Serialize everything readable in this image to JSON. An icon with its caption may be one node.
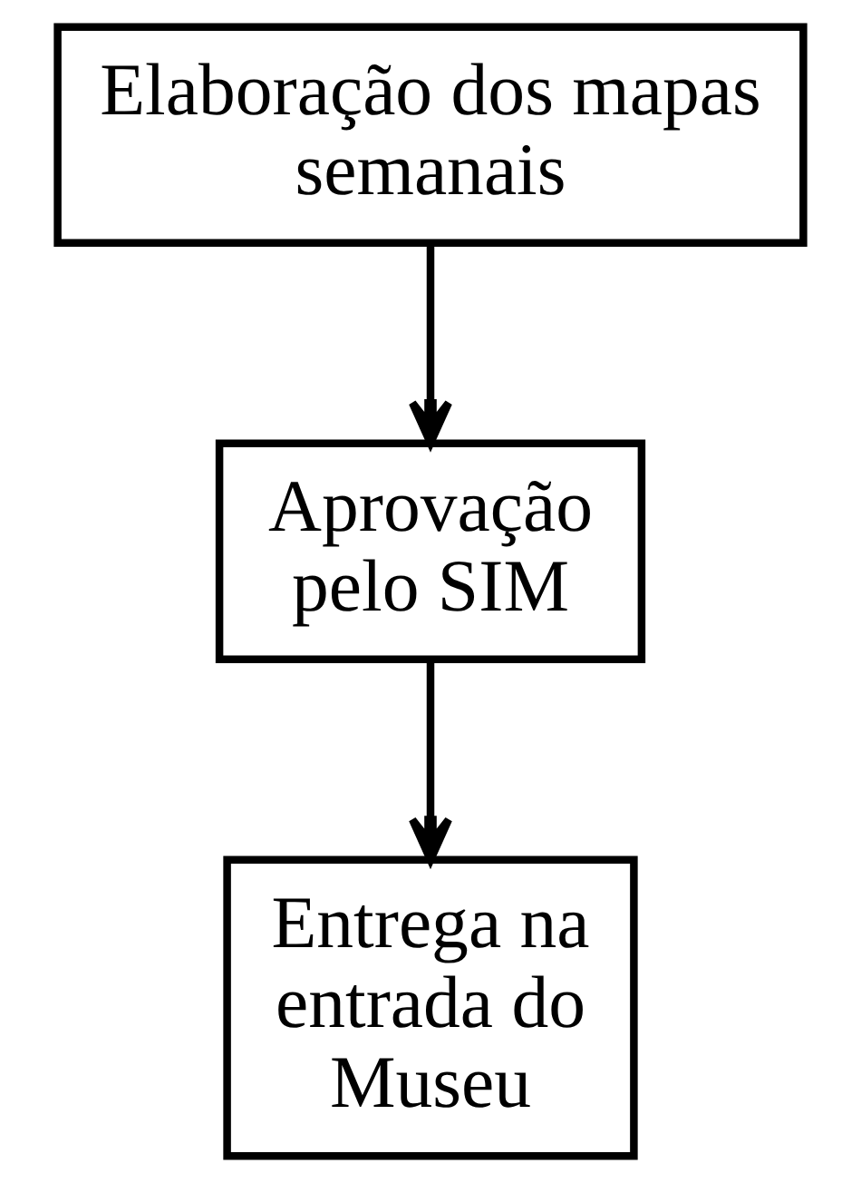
{
  "diagram": {
    "nodes": [
      {
        "text": [
          "Elaboração dos mapas semanais"
        ]
      },
      {
        "text": [
          "Aprovação pelo SIM"
        ]
      },
      {
        "text": [
          "Entrega na entrada do Museu"
        ]
      }
    ],
    "edges": [
      {
        "from": 0,
        "to": 1,
        "arrow": "to"
      },
      {
        "from": 1,
        "to": 2,
        "arrow": "to"
      }
    ]
  }
}
